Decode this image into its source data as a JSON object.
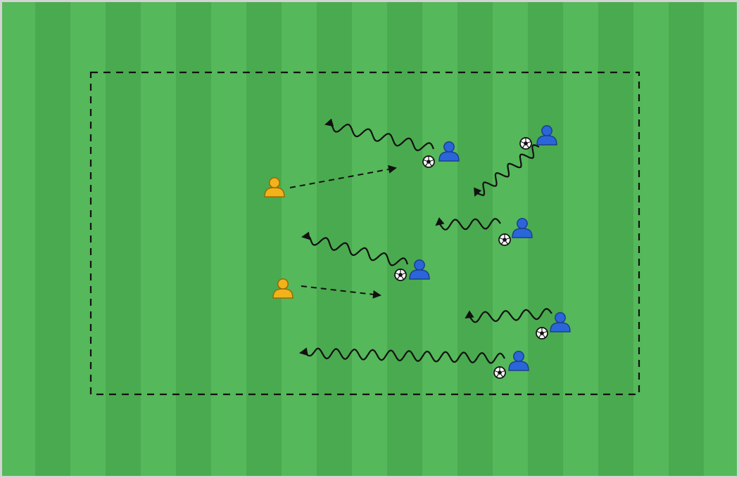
{
  "pitch": {
    "stripe_colors": [
      "#55b85a",
      "#4aaa4f"
    ],
    "border_color": "#d4d4d4",
    "line_color": "#111111"
  },
  "players": {
    "attackers": {
      "team_color": "#2a66d9",
      "outline": "#1d3f8c",
      "count": 6
    },
    "defenders": {
      "team_color": "#f2b21b",
      "outline": "#9a6a00",
      "count": 2
    }
  },
  "equipment": {
    "ball_icon": "soccer-ball-icon",
    "ball_count": 6
  },
  "movement": {
    "dribble_style": "wavy",
    "run_style": "dashed"
  }
}
